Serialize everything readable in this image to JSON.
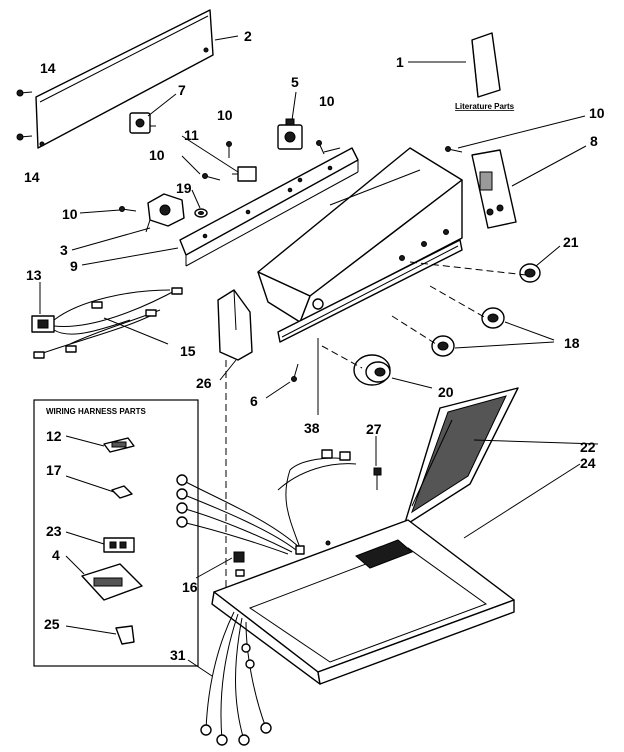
{
  "diagram": {
    "literature_label": "Literature Parts",
    "wiring_box_title": "WIRING HARNESS PARTS",
    "callouts": {
      "c1": "1",
      "c2": "2",
      "c3": "3",
      "c4": "4",
      "c6": "6",
      "c7": "7",
      "c8": "8",
      "c9": "9",
      "c10a": "10",
      "c10b": "10",
      "c10c": "10",
      "c10d": "10",
      "c10e": "10",
      "c11": "11",
      "c12": "12",
      "c13": "13",
      "c14a": "14",
      "c14b": "14",
      "c15": "15",
      "c16": "16",
      "c17": "17",
      "c18": "18",
      "c19": "19",
      "c20": "20",
      "c21": "21",
      "c22": "22",
      "c23": "23",
      "c24": "24",
      "c25": "25",
      "c26": "26",
      "c27": "27",
      "c31": "31",
      "c38": "38",
      "c5": "5"
    }
  }
}
